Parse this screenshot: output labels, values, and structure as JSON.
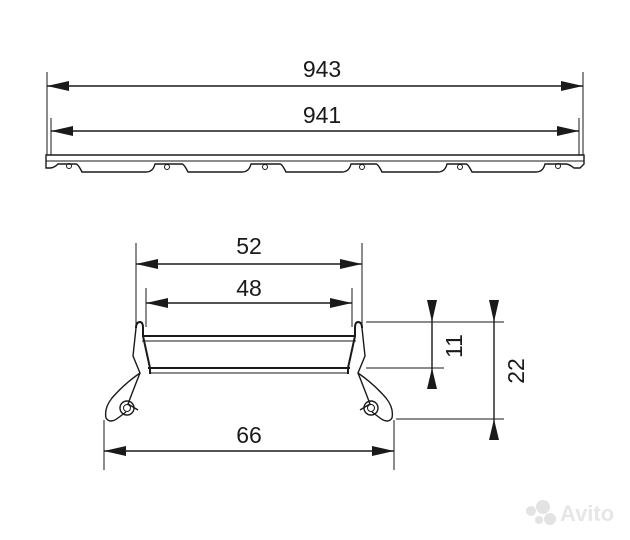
{
  "drawing": {
    "dimensions": {
      "length_outer": "943",
      "length_inner": "941",
      "width_outer": "52",
      "width_inner": "48",
      "width_base": "66",
      "height_small": "11",
      "height_total": "22"
    },
    "watermark": {
      "text": "Avito",
      "icon": "avito-dots-icon"
    }
  }
}
